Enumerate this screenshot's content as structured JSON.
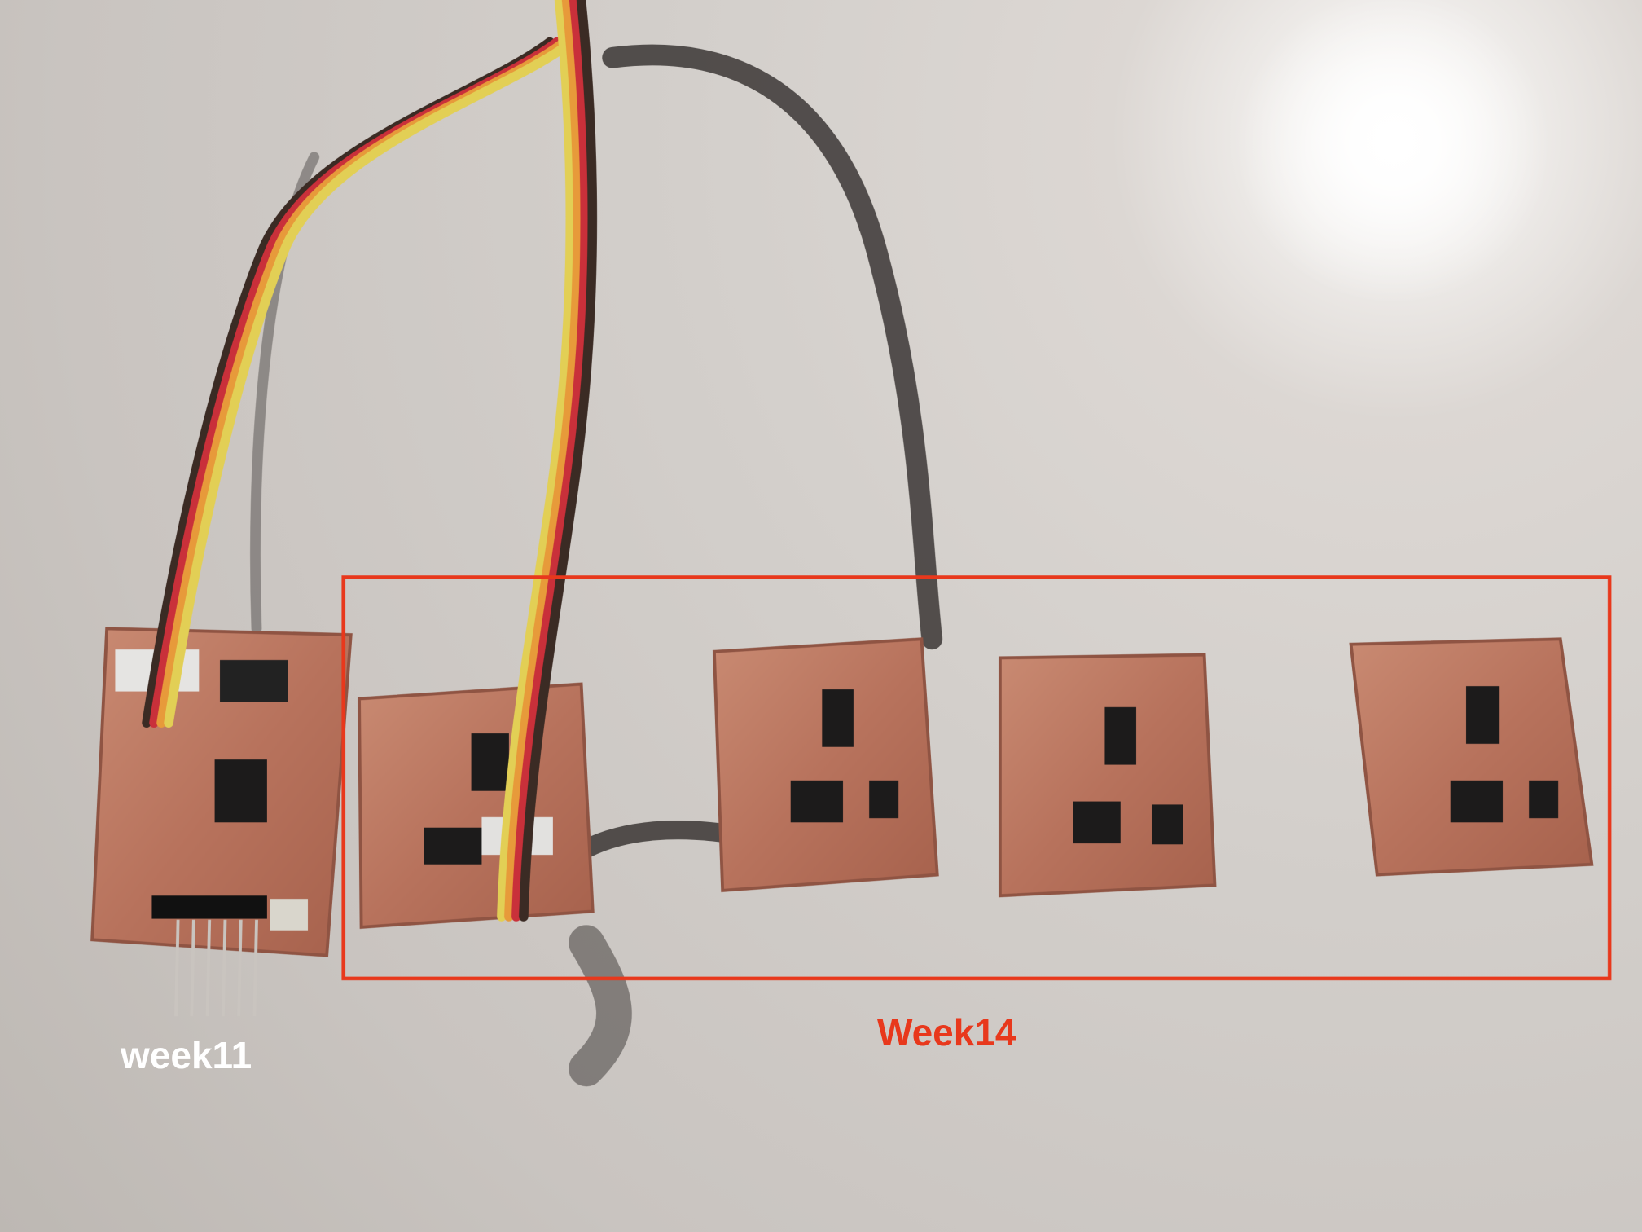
{
  "annotations": {
    "left_label": "week11",
    "right_label": "Week14",
    "highlight_color": "#e8381c",
    "left_label_color": "#ffffff"
  },
  "photo": {
    "subject": "pcb-boards-with-ribbon-cables",
    "board_count": 5
  }
}
